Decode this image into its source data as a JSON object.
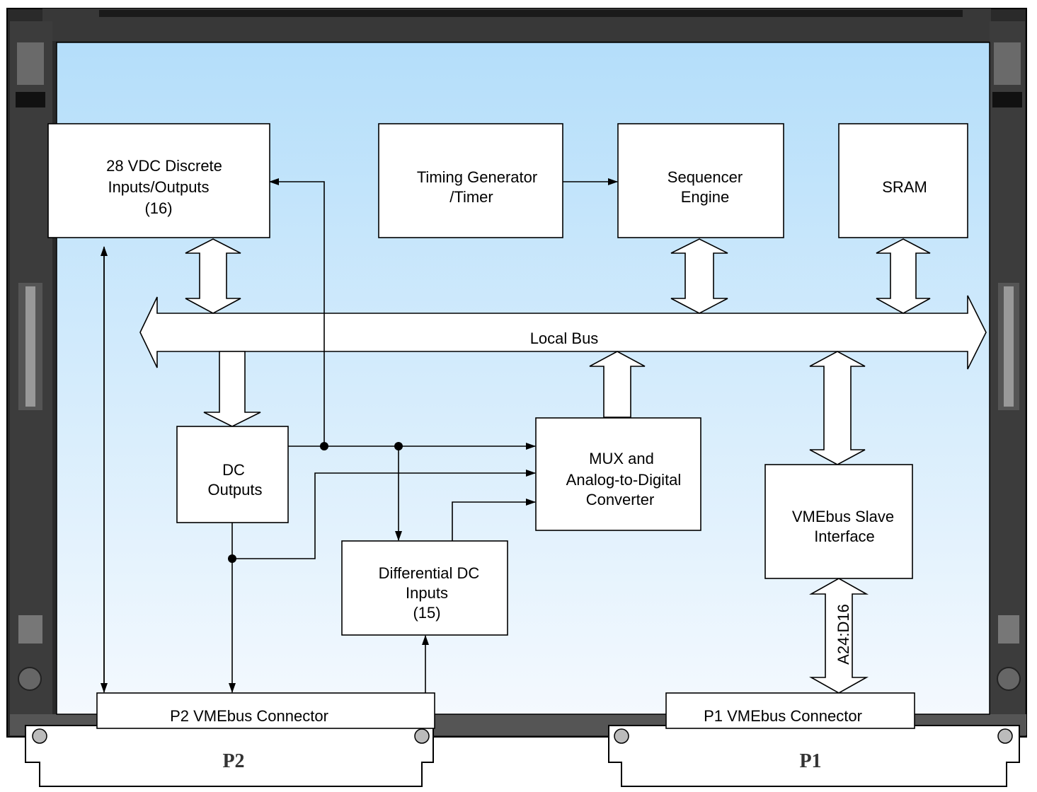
{
  "colors": {
    "board_panel_top": "#b4defa",
    "board_panel_bottom": "#f4f9fe",
    "chassis_dark": "#2a2a2a",
    "chassis_mid": "#5a5a5a",
    "block_fill": "#ffffff",
    "line": "#000000"
  },
  "blocks": {
    "discrete_io": [
      "28 VDC Discrete",
      "Inputs/Outputs",
      "(16)"
    ],
    "timing": [
      "Timing Generator",
      "/Timer"
    ],
    "sequencer": [
      "Sequencer",
      "Engine"
    ],
    "sram": [
      "SRAM"
    ],
    "dc_outputs": [
      "DC",
      "Outputs"
    ],
    "mux_adc": [
      "MUX and",
      "Analog-to-Digital",
      "Converter"
    ],
    "diff_inputs": [
      "Differential DC",
      "Inputs",
      "(15)"
    ],
    "vme_slave": [
      "VMEbus Slave",
      "Interface"
    ],
    "p2_connector": "P2 VMEbus Connector",
    "p1_connector": "P1 VMEbus Connector"
  },
  "bus": {
    "local_bus": "Local Bus",
    "a24_d16": "A24:D16"
  },
  "connectors": {
    "p2_tab": "P2",
    "p1_tab": "P1"
  }
}
